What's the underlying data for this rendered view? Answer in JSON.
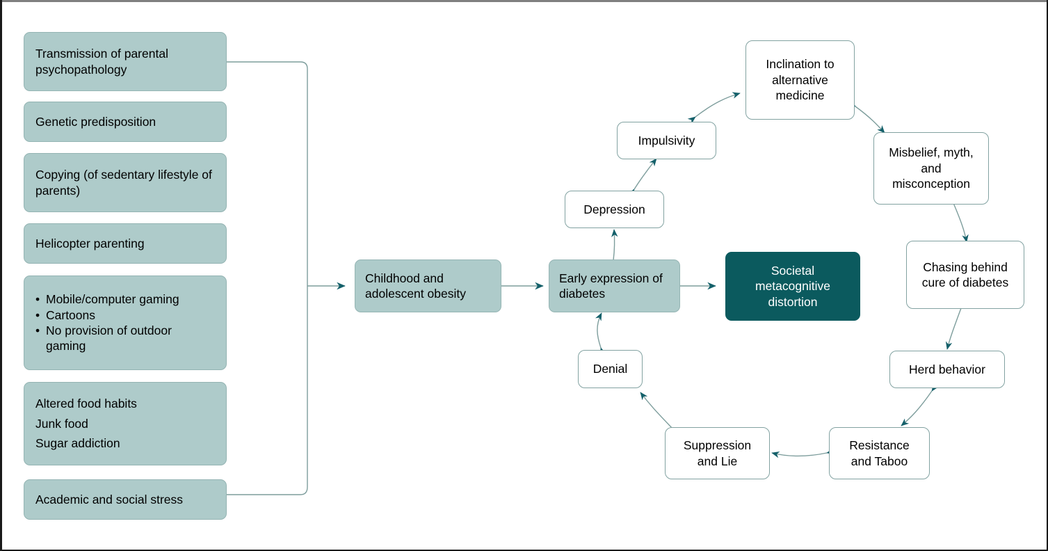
{
  "colors": {
    "light_teal_fill": "#aecbca",
    "light_teal_border": "#94b4b3",
    "dark_teal_fill": "#0b5a5e",
    "cycle_border": "#82a2a1",
    "arrow": "#14606a",
    "connector_line": "#7d9d9c",
    "outer_border_top": "#808080",
    "outer_border": "#1a1a1a",
    "text": "#000000",
    "text_inverse": "#ffffff"
  },
  "causes": [
    {
      "id": "transmission",
      "text": "Transmission of parental psychopathology"
    },
    {
      "id": "genetic",
      "text": "Genetic predisposition"
    },
    {
      "id": "copying",
      "text": "Copying (of sedentary lifestyle of parents)"
    },
    {
      "id": "helicopter",
      "text": "Helicopter parenting"
    },
    {
      "id": "screen-time",
      "bullets": [
        "Mobile/computer gaming",
        "Cartoons",
        "No provision of outdoor gaming"
      ]
    },
    {
      "id": "food",
      "lines": [
        "Altered food habits",
        "Junk food",
        "Sugar addiction"
      ]
    },
    {
      "id": "stress",
      "text": "Academic and social stress"
    }
  ],
  "pathway": {
    "obesity": "Childhood and adolescent obesity",
    "early_expression": "Early expression of diabetes",
    "outcome": "Societal metacognitive distortion"
  },
  "cycle": [
    {
      "id": "impulsivity",
      "text": "Impulsivity"
    },
    {
      "id": "inclination",
      "text": "Inclination to alternative medicine"
    },
    {
      "id": "misbelief",
      "text": "Misbelief, myth, and misconception"
    },
    {
      "id": "chasing",
      "text": "Chasing behind cure of diabetes"
    },
    {
      "id": "herd",
      "text": "Herd behavior"
    },
    {
      "id": "resistance",
      "text": "Resistance and Taboo"
    },
    {
      "id": "suppression",
      "text": "Suppression and Lie"
    },
    {
      "id": "denial",
      "text": "Denial"
    },
    {
      "id": "depression",
      "text": "Depression"
    }
  ]
}
